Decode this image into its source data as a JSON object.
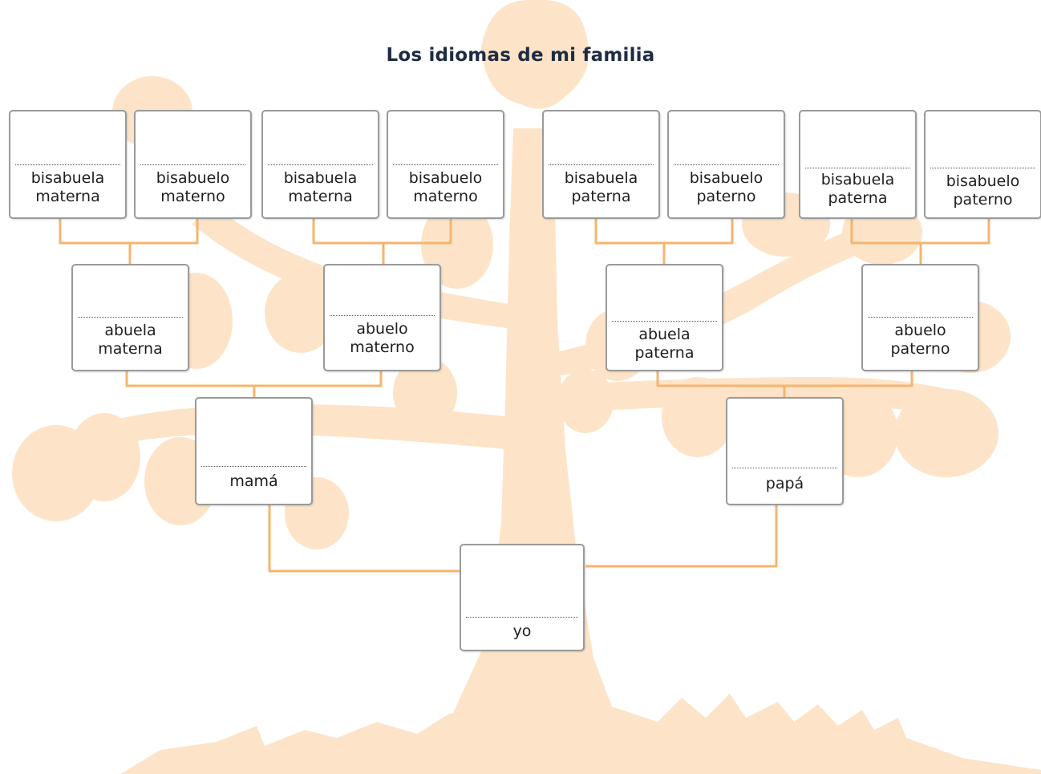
{
  "title": "Los idiomas de mi familia",
  "colors": {
    "tree": "#fde4c8",
    "connector": "#f6b46e",
    "box_border": "#9a9a9a",
    "title": "#1f2b44"
  },
  "great_grandparents": [
    {
      "label": "bisabuela\nmaterna"
    },
    {
      "label": "bisabuelo\nmaterno"
    },
    {
      "label": "bisabuela\nmaterna"
    },
    {
      "label": "bisabuelo\nmaterno"
    },
    {
      "label": "bisabuela\npaterna"
    },
    {
      "label": "bisabuelo\npaterno"
    },
    {
      "label": "bisabuela\npaterna"
    },
    {
      "label": "bisabuelo\npaterno"
    }
  ],
  "grandparents": [
    {
      "label": "abuela\nmaterna"
    },
    {
      "label": "abuelo\nmaterno"
    },
    {
      "label": "abuela\npaterna"
    },
    {
      "label": "abuelo\npaterno"
    }
  ],
  "parents": [
    {
      "label": "mamá"
    },
    {
      "label": "papá"
    }
  ],
  "self": {
    "label": "yo"
  }
}
